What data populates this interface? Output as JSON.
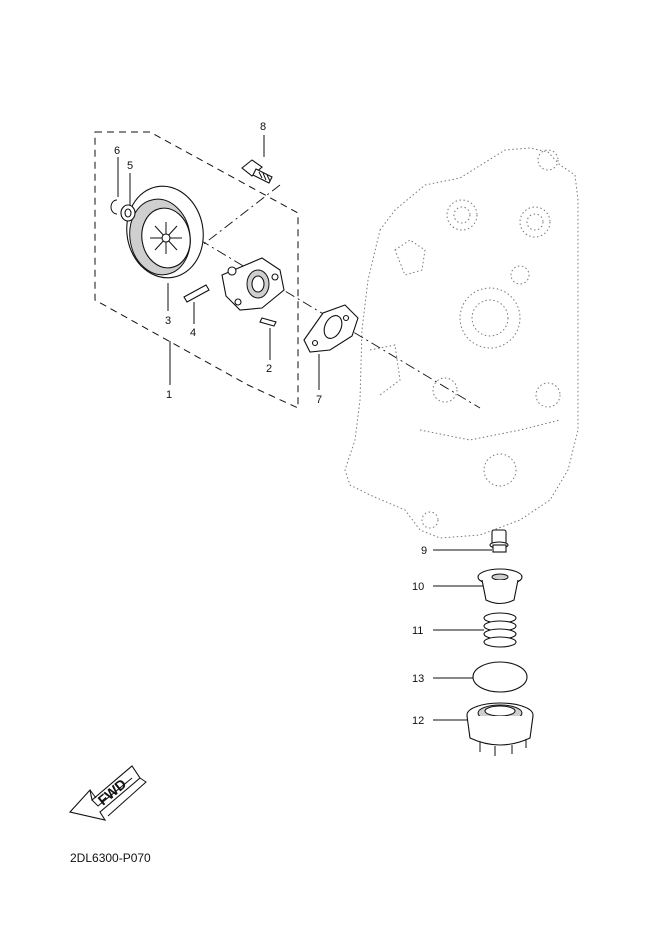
{
  "diagram": {
    "code": "2DL6300-P070",
    "fwd_label": "FWD",
    "callouts": [
      "1",
      "2",
      "3",
      "4",
      "5",
      "6",
      "7",
      "8",
      "9",
      "10",
      "11",
      "13",
      "12"
    ]
  }
}
